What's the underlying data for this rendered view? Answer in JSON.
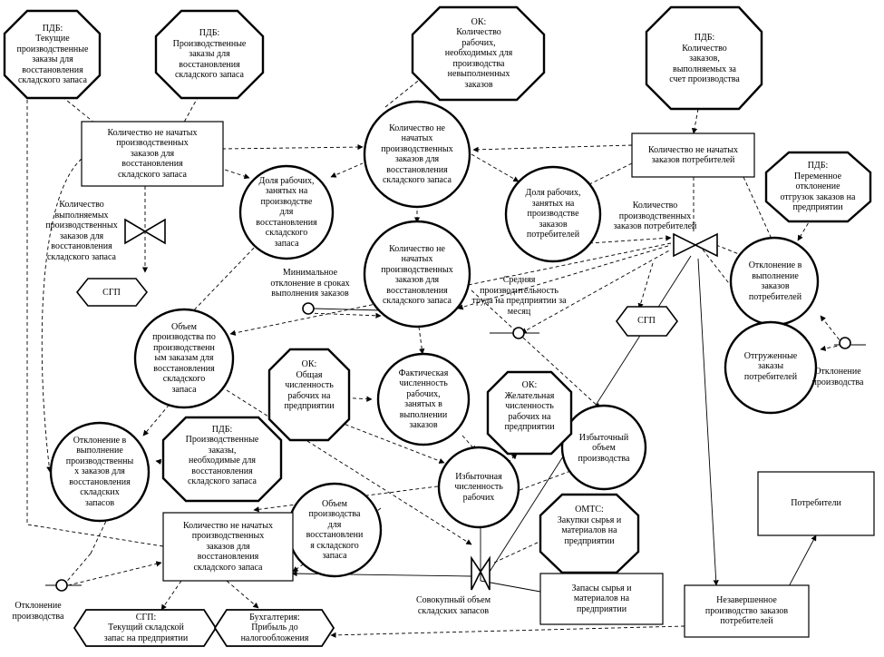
{
  "nodes": {
    "pdb_current_orders": "ПДБ:\nТекущие\nпроизводственные\nзаказы для\nвосстановления\nскладского запаса",
    "pdb_production_orders": "ПДБ:\nПроизводственные\nзаказы для\nвосстановления\nскладского запаса",
    "ok_workers_needed": "ОК:\nКоличество\nрабочих,\nнеобходимых для\nпроизводства\nневыполненных\nзаказов",
    "pdb_orders_production": "ПДБ:\nКоличество\nзаказов,\nвыполняемых за\nсчет производства",
    "rect_unstarted_stock": "Количество не начатых\nпроизводственных\nзаказов для\nвосстановления\nскладского запаса",
    "workers_share_stock": "Доля рабочих,\nзанятых на\nпроизводстве\nдля\nвосстановления\nскладского\nзапаса",
    "unstarted_stock_1": "Количество не\nначатых\nпроизводственных\nзаказов для\nвосстановления\nскладского запаса",
    "workers_share_consumer": "Доля рабочих,\nзанятых на\nпроизводстве\nзаказов\nпотребителей",
    "rect_unstarted_consumer": "Количество не начатых\nзаказов потребителей",
    "pdb_variable_deviation": "ПДБ:\nПеременное\nотклонение\nотгрузок заказов на\nпредприятии",
    "unstarted_stock_2": "Количество не\nначатых\nпроизводственных\nзаказов для\nвосстановления\nскладского запаса",
    "sgp": "СГП",
    "deviation_consumer": "Отклонение в\nвыполнение\nзаказов\nпотребителей",
    "production_volume": "Объем\nпроизводства по\nпроизводственн\nым заказам для\nвосстановления\nскладского\nзапаса",
    "ok_total_workers": "ОК:\nОбщая\nчисленность\nрабочих на\nпредприятии",
    "actual_workers": "Фактическая\nчисленность\nрабочих,\nзанятых в\nвыполнении\nзаказов",
    "ok_desired_workers": "ОК:\nЖелательная\nчисленность\nрабочих на\nпредприятии",
    "shipped_orders": "Отгруженные\nзаказы\nпотребителей",
    "deviation_stock": "Отклонение в\nвыполнение\nпроизводственны\nх заказов для\nвосстановления\nскладских\nзапасов",
    "pdb_production_orders_needed": "ПДБ:\nПроизводственные\nзаказы,\nнеобходимые для\nвосстановления\nскладского запаса",
    "excess_volume": "Избыточный\nобъем\nпроизводства",
    "excess_workers": "Избыточная\nчисленность\nрабочих",
    "stock_volume": "Объем\nпроизводства\nдля\nвосстановлени\nя складского\nзапаса",
    "omts_raw_purchases": "ОМТС:\nЗакупки сырья и\nматериалов на\nпредприятии",
    "consumers": "Потребители",
    "rect_unstarted_stock_bottom": "Количество не начатых\nпроизводственных\nзаказов для\nвосстановления\nскладского запаса",
    "rect_raw_materials": "Запасы сырья и\nматериалов на\nпредприятии",
    "rect_wip_consumer": "Незавершенное\nпроизводство заказов\nпотребителей",
    "sgp_stock": "СГП:\nТекущий складской\nзапас на предприятии",
    "accounting_profit": "Бухгалтерия:\nПрибыль до\nналогообложения"
  },
  "free_labels": {
    "orders_completed": "Количество\nвыполняемых\nпроизводственных\nзаказов для\nвосстановления\nскладского запаса",
    "consumer_orders_count": "Количество\nпроизводственных\nзаказов потребителей",
    "min_deviation": "Минимальное\nотклонение в сроках\nвыполнения заказов",
    "avg_productivity": "Средняя\nпроизводительность\nтруда на предприятии за\nмесяц",
    "production_deviation": "Отклонение\nпроизводства",
    "total_stock_volume": "Совокупный объем\nскладских запасов"
  }
}
